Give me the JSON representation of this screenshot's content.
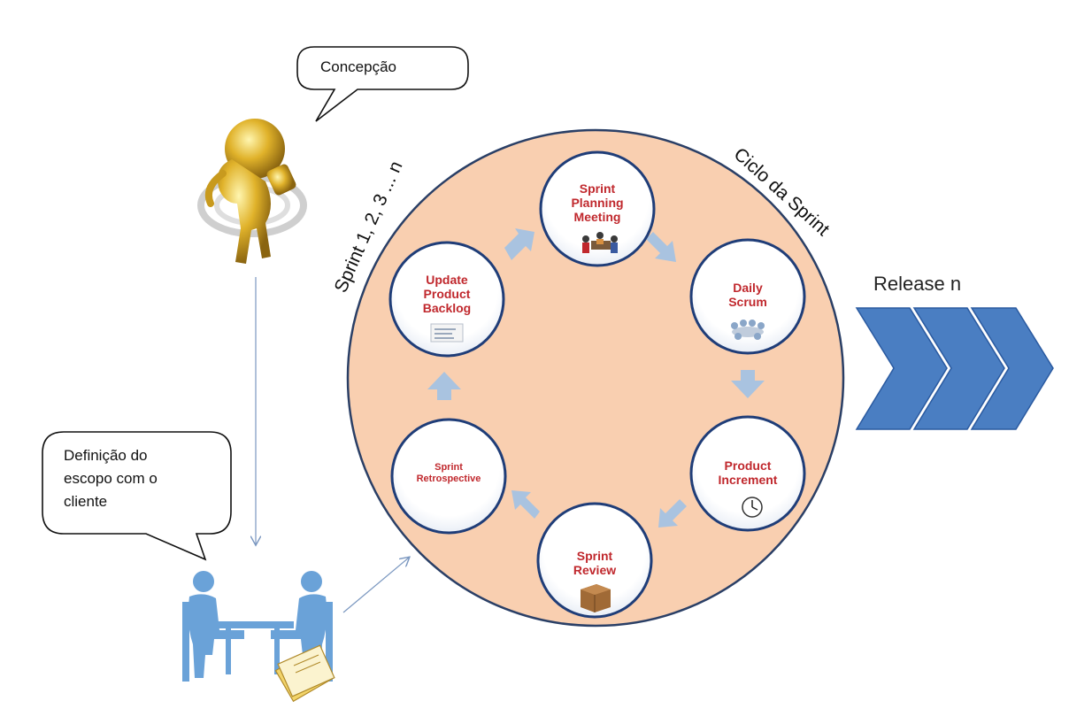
{
  "bubbles": {
    "concepcao": "Concepção",
    "definicao": [
      "Definição  do",
      "escopo com o",
      "cliente"
    ]
  },
  "cycle": {
    "arc_left": "Sprint  1, 2, 3 ... n",
    "arc_right": "Ciclo da Sprint"
  },
  "nodes": {
    "planning": [
      "Sprint",
      "Planning",
      "Meeting"
    ],
    "daily": [
      "Daily",
      "Scrum"
    ],
    "increment": [
      "Product",
      "Increment"
    ],
    "review": [
      "Sprint",
      "Review"
    ],
    "retrospective": [
      "Sprint",
      "Retrospective"
    ],
    "backlog": [
      "Update",
      "Product",
      "Backlog"
    ]
  },
  "release": {
    "label": "Release n"
  },
  "colors": {
    "cycle_fill": "#f9cfb0",
    "node_label": "#c0282d",
    "chevron": "#4a7ec2",
    "cycle_arrow": "#a9c3e0",
    "people": "#6aa2d8"
  },
  "icons": [
    "lightbulb-figure-icon",
    "meeting-people-icon",
    "document-icon",
    "team-meeting-icon",
    "clock-icon",
    "package-box-icon",
    "backlog-list-icon"
  ]
}
